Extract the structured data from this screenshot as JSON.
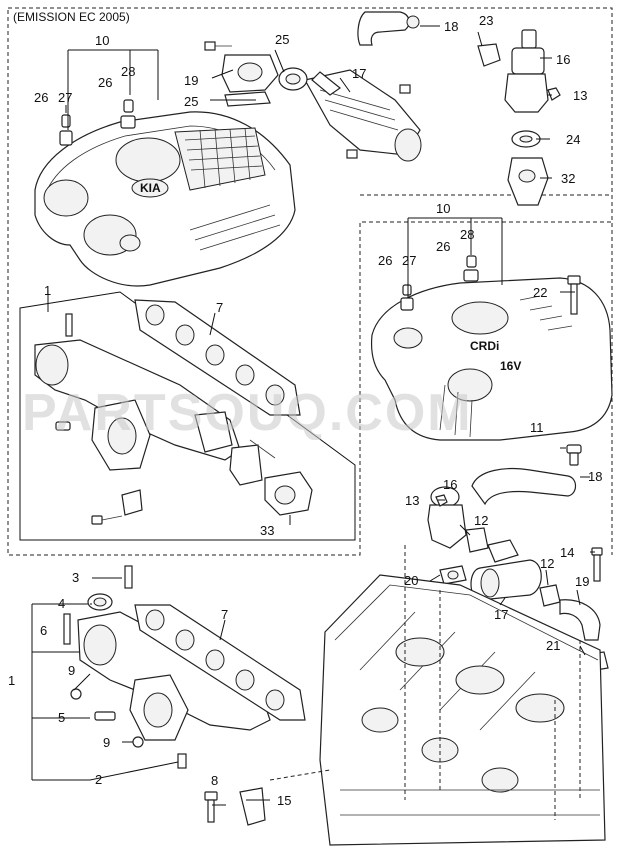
{
  "header": {
    "title": "(EMISSION EC 2005)"
  },
  "watermark": {
    "text": "PARTSOUQ.COM"
  },
  "labels": {
    "l1": "1",
    "l2": "2",
    "l3": "3",
    "l4": "4",
    "l5": "5",
    "l6": "6",
    "l7": "7",
    "l8": "8",
    "l9": "9",
    "l10": "10",
    "l11": "11",
    "l12": "12",
    "l13": "13",
    "l14": "14",
    "l15": "15",
    "l16": "16",
    "l17": "17",
    "l18": "18",
    "l19": "19",
    "l20": "20",
    "l21": "21",
    "l22": "22",
    "l23": "23",
    "l24": "24",
    "l25": "25",
    "l26": "26",
    "l27": "27",
    "l28": "28",
    "l32": "32",
    "l33": "33"
  },
  "cover_badge": {
    "brand": "KIA",
    "text_a": "CRDi",
    "text_b": "16V"
  }
}
